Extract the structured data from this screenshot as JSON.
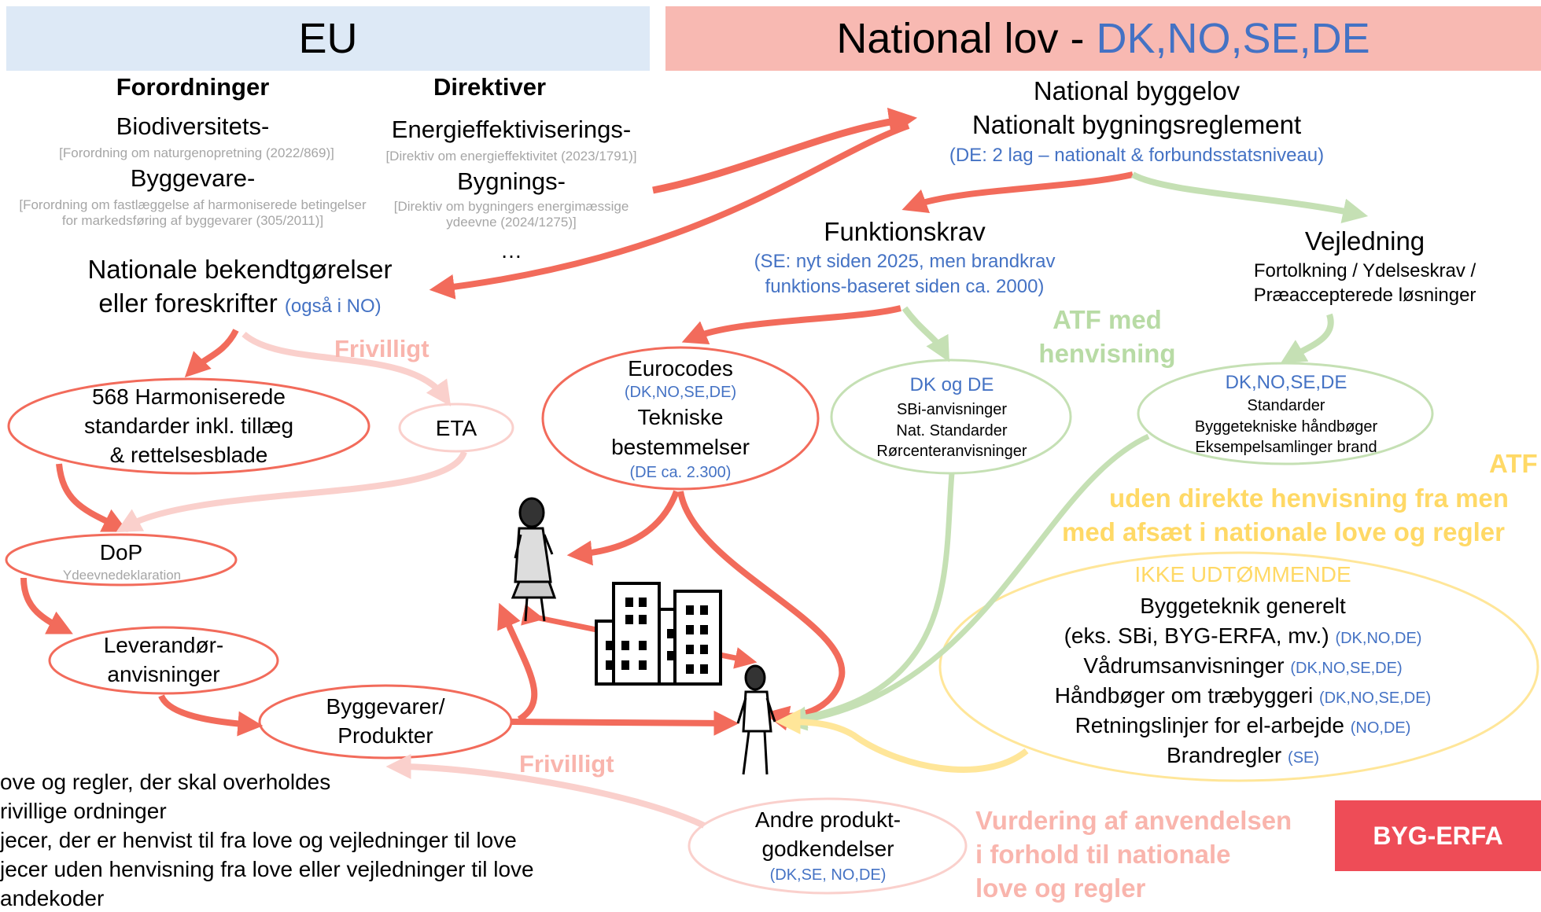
{
  "headers": {
    "eu": "EU",
    "national_prefix": "National lov - ",
    "national_countries": "DK,NO,SE,DE"
  },
  "eu": {
    "forordninger_title": "Forordninger",
    "forordninger": [
      {
        "name": "Biodiversitets-",
        "ref": "[Forordning om naturgenopretning (2022/869)]"
      },
      {
        "name": "Byggevare-",
        "ref_line1": "[Forordning om fastlæggelse af harmoniserede betingelser",
        "ref_line2": "for markedsføring af byggevarer (305/2011)]"
      }
    ],
    "direktiver_title": "Direktiver",
    "direktiver": [
      {
        "name": "Energieffektiviserings-",
        "ref": "[Direktiv om energieffektivitet (2023/1791)]"
      },
      {
        "name": "Bygnings-",
        "ref_line1": "[Direktiv om bygningers energimæssige",
        "ref_line2": "ydeevne (2024/1275)]"
      }
    ],
    "ellipsis": "…"
  },
  "national": {
    "line1": "National byggelov",
    "line2": "Nationalt bygningsreglement",
    "note": "(DE: 2 lag – nationalt & forbundsstatsniveau)"
  },
  "bekendtgoerelser": {
    "line1": "Nationale bekendtgørelser",
    "line2": "eller foreskrifter",
    "note": "(også i NO)"
  },
  "funktionskrav": {
    "title": "Funktionskrav",
    "note_line1": "(SE: nyt siden 2025, men brandkrav",
    "note_line2": "funktions-baseret siden ca. 2000)"
  },
  "vejledning": {
    "title": "Vejledning",
    "line1": "Fortolkning / Ydelseskrav /",
    "line2": "Præaccepterede løsninger"
  },
  "labels": {
    "frivilligt_top": "Frivilligt",
    "frivilligt_bottom": "Frivilligt",
    "atf_med_line1": "ATF med",
    "atf_med_line2": "henvisning",
    "atf_uden_line0": "ATF",
    "atf_uden_line1": "uden direkte henvisning fra men",
    "atf_uden_line2": "med afsæt i nationale love og regler",
    "vurdering_line1": "Vurdering af anvendelsen",
    "vurdering_line2": "i forhold til nationale",
    "vurdering_line3": "love og regler"
  },
  "nodes": {
    "harmoniserede": {
      "line1": "568 Harmoniserede",
      "line2": "standarder inkl. tillæg",
      "line3": "& rettelsesblade"
    },
    "eta": {
      "label": "ETA"
    },
    "dop": {
      "label": "DoP",
      "sub": "Ydeevnedeklaration"
    },
    "leverandor": {
      "line1": "Leverandør-",
      "line2": "anvisninger"
    },
    "byggevarer": {
      "line1": "Byggevarer/",
      "line2": "Produkter"
    },
    "eurocodes": {
      "line1": "Eurocodes",
      "line2": "(DK,NO,SE,DE)",
      "line3": "Tekniske",
      "line4": "bestemmelser",
      "line5": "(DE ca. 2.300)"
    },
    "dk_de": {
      "title": "DK og DE",
      "line1": "SBi-anvisninger",
      "line2": "Nat. Standarder",
      "line3": "Rørcenteranvisninger"
    },
    "all4": {
      "title": "DK,NO,SE,DE",
      "line1": "Standarder",
      "line2": "Byggetekniske  håndbøger",
      "line3": "Eksempelsamlinger  brand"
    },
    "andre": {
      "line1": "Andre produkt-",
      "line2": "godkendelser",
      "line3": "(DK,SE,  NO,DE)"
    },
    "ikke": {
      "title": "IKKE UDTØMMENDE",
      "items": [
        {
          "text": "Byggeteknik generelt",
          "tag": ""
        },
        {
          "text": "(eks. SBi, BYG-ERFA, mv.)",
          "tag": "(DK,NO,DE)"
        },
        {
          "text": "Vådrumsanvisninger",
          "tag": "(DK,NO,SE,DE)"
        },
        {
          "text": "Håndbøger om træbyggeri",
          "tag": "(DK,NO,SE,DE)"
        },
        {
          "text": "Retningslinjer for el-arbejde",
          "tag": "(NO,DE)"
        },
        {
          "text": "Brandregler",
          "tag": "(SE)"
        }
      ]
    }
  },
  "legend": [
    "ove og regler, der skal overholdes",
    "rivillige ordninger",
    "jecer, der er henvist til fra love og vejledninger til love",
    "jecer uden henvisning fra love eller vejledninger til love",
    "andekoder"
  ],
  "logo": "BYG-ERFA",
  "colors": {
    "red": "#f26b5b",
    "pink": "#fad0cc",
    "green": "#c5e0b4",
    "yellow": "#ffe699",
    "blue": "#4472c4"
  }
}
